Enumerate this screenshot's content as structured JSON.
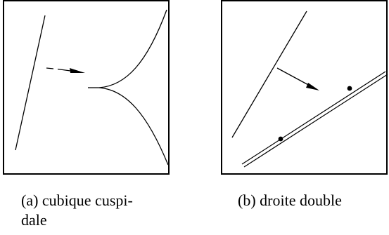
{
  "figure": {
    "panels": [
      {
        "id": "a",
        "caption": "(a) cubique cuspi-dale",
        "caption_line1": "(a) cubique cuspi-",
        "caption_line2": "dale",
        "curve": "cuspidal cubic"
      },
      {
        "id": "b",
        "caption": "(b) droite double",
        "caption_line1": "(b) droite double",
        "curve": "double line"
      }
    ],
    "colors": {
      "stroke": "#000000",
      "background": "#ffffff"
    }
  }
}
